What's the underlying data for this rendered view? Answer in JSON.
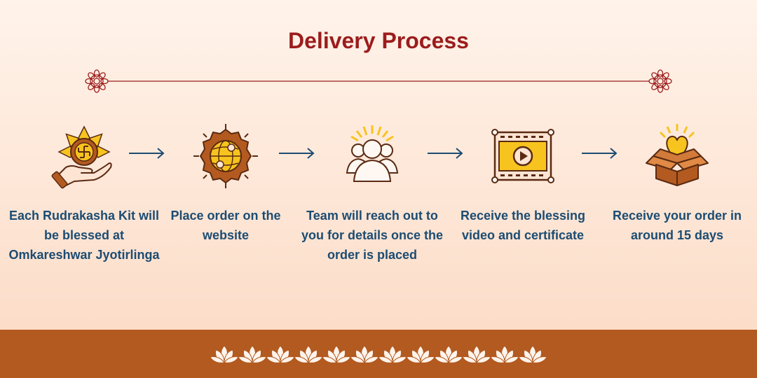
{
  "header": {
    "title": "Delivery Process"
  },
  "steps": [
    {
      "icon": "swastika-offering-hand-icon",
      "text": "Each Rudrakasha Kit will be blessed at Omkareshwar Jyotirlinga"
    },
    {
      "icon": "globe-order-icon",
      "text": "Place order on the website"
    },
    {
      "icon": "team-people-icon",
      "text": "Team will reach out to you for details once the order is placed"
    },
    {
      "icon": "video-film-icon",
      "text": "Receive the blessing video and certificate"
    },
    {
      "icon": "heart-gift-box-icon",
      "text": "Receive your order in around 15 days"
    }
  ],
  "colors": {
    "title": "#9c1c1c",
    "text": "#1c4c72",
    "accent_brown": "#b35a20",
    "accent_yellow": "#f7c41f",
    "outline": "#5a2a12"
  }
}
